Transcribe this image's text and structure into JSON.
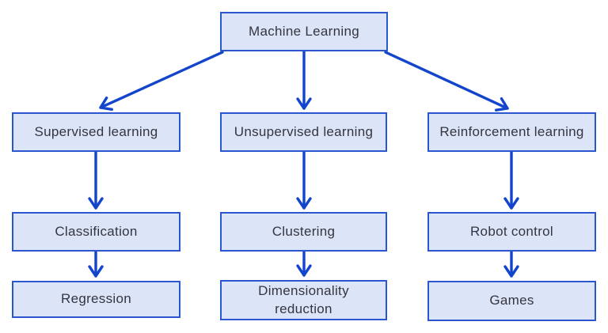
{
  "diagram": {
    "nodes": {
      "root": "Machine Learning",
      "supervised": "Supervised learning",
      "unsupervised": "Unsupervised learning",
      "reinforcement": "Reinforcement learning",
      "classification": "Classification",
      "clustering": "Clustering",
      "robot_control": "Robot control",
      "regression": "Regression",
      "dimensionality_reduction": "Dimensionality reduction",
      "games": "Games"
    },
    "edges": [
      {
        "from": "Machine Learning",
        "to": "Supervised learning"
      },
      {
        "from": "Machine Learning",
        "to": "Unsupervised learning"
      },
      {
        "from": "Machine Learning",
        "to": "Reinforcement learning"
      },
      {
        "from": "Supervised learning",
        "to": "Classification"
      },
      {
        "from": "Classification",
        "to": "Regression"
      },
      {
        "from": "Unsupervised learning",
        "to": "Clustering"
      },
      {
        "from": "Clustering",
        "to": "Dimensionality reduction"
      },
      {
        "from": "Reinforcement learning",
        "to": "Robot control"
      },
      {
        "from": "Robot control",
        "to": "Games"
      }
    ],
    "colors": {
      "box_fill": "#dce5f8",
      "box_border": "#2a57cf",
      "arrow": "#1245cb",
      "text": "#35353f",
      "background": "#ffffff"
    }
  }
}
